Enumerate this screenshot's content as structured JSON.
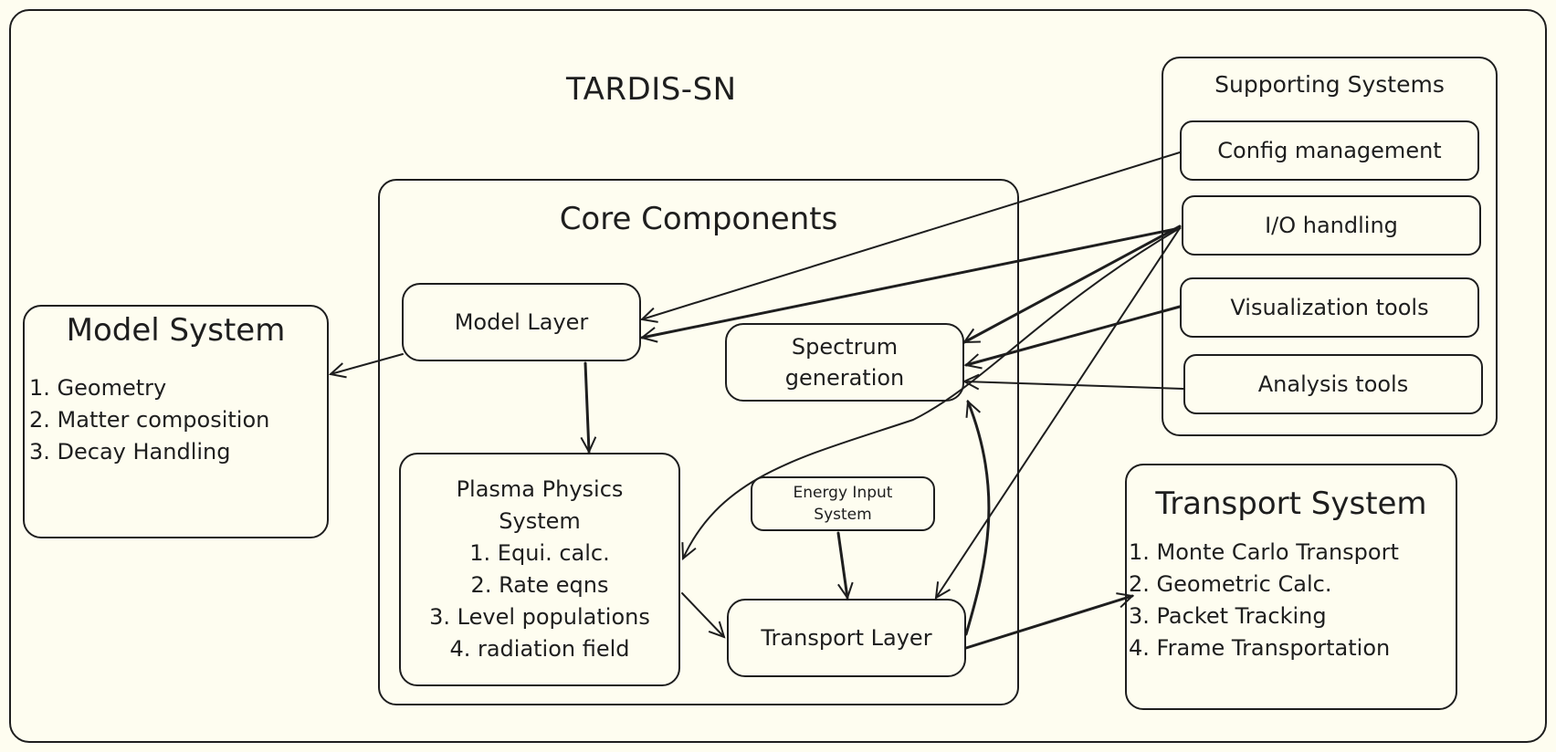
{
  "title": "TARDIS-SN",
  "core": {
    "title": "Core Components",
    "model_layer": "Model Layer",
    "spectrum": [
      "Spectrum",
      "generation"
    ],
    "plasma": {
      "title": [
        "Plasma Physics",
        "System"
      ],
      "items": [
        "1. Equi. calc.",
        "2. Rate eqns",
        "3. Level populations",
        "4. radiation field"
      ]
    },
    "energy": [
      "Energy Input",
      "System"
    ],
    "transport_layer": "Transport Layer"
  },
  "model_system": {
    "title": "Model System",
    "items": [
      "1. Geometry",
      "2. Matter composition",
      "3. Decay Handling"
    ]
  },
  "supporting": {
    "title": "Supporting Systems",
    "items": [
      "Config management",
      "I/O handling",
      "Visualization tools",
      "Analysis tools"
    ]
  },
  "transport_system": {
    "title": "Transport System",
    "items": [
      "1. Monte Carlo Transport",
      "2. Geometric Calc.",
      "3. Packet Tracking",
      "4. Frame Transportation"
    ]
  },
  "colors": {
    "background": "#fefdf0",
    "stroke": "#1e1e1e"
  }
}
